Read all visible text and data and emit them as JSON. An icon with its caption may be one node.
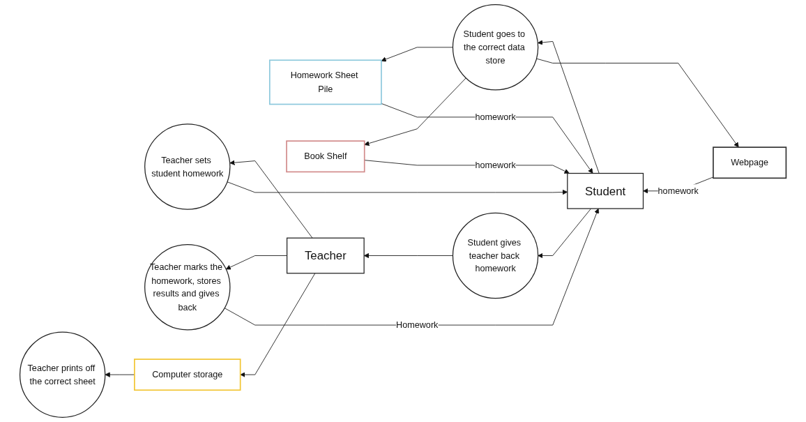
{
  "diagram": {
    "nodes": [
      {
        "text": [
          "Webpage"
        ]
      },
      {
        "text": [
          "Homework Sheet Pile"
        ]
      },
      {
        "text": [
          "Book Shelf"
        ]
      },
      {
        "text": [
          "Student goes to the correct data store"
        ]
      },
      {
        "text": [
          "Student"
        ]
      },
      {
        "text": [
          "Student gives teacher back homework"
        ]
      },
      {
        "text": [
          "Teacher"
        ]
      },
      {
        "text": [
          "Teacher sets student homework"
        ]
      },
      {
        "text": [
          "Teacher marks the homework, stores results and gives back"
        ]
      },
      {
        "text": [
          "Computer storage"
        ]
      },
      {
        "text": [
          "Teacher prints off the correct sheet"
        ]
      }
    ],
    "edges": [
      {
        "from": 4,
        "to": 3,
        "arrow": "to"
      },
      {
        "from": 3,
        "to": 0,
        "arrow": "to"
      },
      {
        "from": 3,
        "to": 1,
        "arrow": "to"
      },
      {
        "from": 3,
        "to": 2,
        "arrow": "to"
      },
      {
        "from": 0,
        "to": 4,
        "arrow": "to",
        "label": "homework"
      },
      {
        "from": 2,
        "to": 4,
        "arrow": "to",
        "label": "homework"
      },
      {
        "from": 1,
        "to": 4,
        "arrow": "to",
        "label": "homework"
      },
      {
        "from": 4,
        "to": 5,
        "arrow": "to"
      },
      {
        "from": 5,
        "to": 6,
        "arrow": "to"
      },
      {
        "from": 6,
        "to": 7,
        "arrow": "to"
      },
      {
        "from": 7,
        "to": 4,
        "arrow": "to"
      },
      {
        "from": 6,
        "to": 8,
        "arrow": "to"
      },
      {
        "from": 8,
        "to": 4,
        "arrow": "to",
        "label": "Homework"
      },
      {
        "from": 6,
        "to": 9,
        "arrow": "to"
      },
      {
        "from": 9,
        "to": 10,
        "arrow": "to"
      }
    ]
  }
}
